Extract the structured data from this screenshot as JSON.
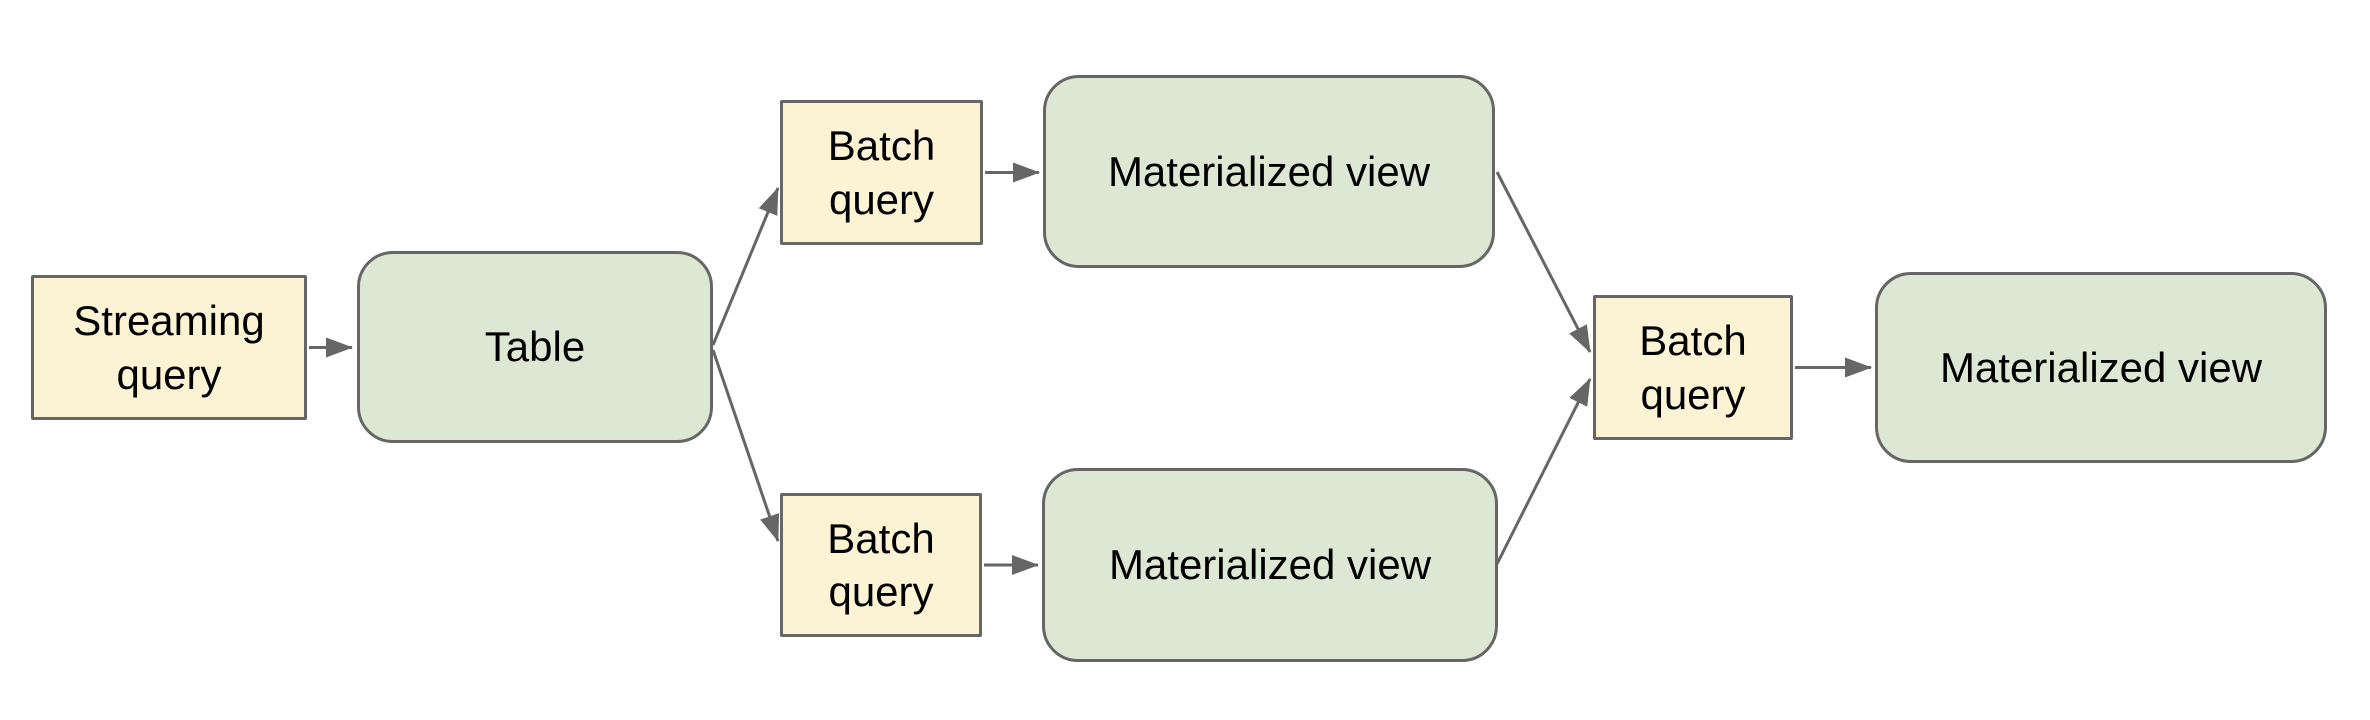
{
  "colors": {
    "background": "#ffffff",
    "query_fill": "#fbf3d4",
    "view_fill": "#dce8d4",
    "stroke": "#666666",
    "text": "#000000"
  },
  "nodes": [
    {
      "id": "streaming-query",
      "label": "Streaming query",
      "shape": "rectangle",
      "fill": "yellow"
    },
    {
      "id": "table",
      "label": "Table",
      "shape": "rounded-rectangle",
      "fill": "green"
    },
    {
      "id": "batch-query-top",
      "label": "Batch query",
      "shape": "rectangle",
      "fill": "yellow"
    },
    {
      "id": "materialized-view-top",
      "label": "Materialized view",
      "shape": "rounded-rectangle",
      "fill": "green"
    },
    {
      "id": "batch-query-bottom",
      "label": "Batch query",
      "shape": "rectangle",
      "fill": "yellow"
    },
    {
      "id": "materialized-view-bottom",
      "label": "Materialized view",
      "shape": "rounded-rectangle",
      "fill": "green"
    },
    {
      "id": "batch-query-right",
      "label": "Batch query",
      "shape": "rectangle",
      "fill": "yellow"
    },
    {
      "id": "materialized-view-final",
      "label": "Materialized view",
      "shape": "rounded-rectangle",
      "fill": "green"
    }
  ],
  "edges": [
    {
      "from": "streaming-query",
      "to": "table"
    },
    {
      "from": "table",
      "to": "batch-query-top"
    },
    {
      "from": "table",
      "to": "batch-query-bottom"
    },
    {
      "from": "batch-query-top",
      "to": "materialized-view-top"
    },
    {
      "from": "batch-query-bottom",
      "to": "materialized-view-bottom"
    },
    {
      "from": "materialized-view-top",
      "to": "batch-query-right"
    },
    {
      "from": "materialized-view-bottom",
      "to": "batch-query-right"
    },
    {
      "from": "batch-query-right",
      "to": "materialized-view-final"
    }
  ]
}
